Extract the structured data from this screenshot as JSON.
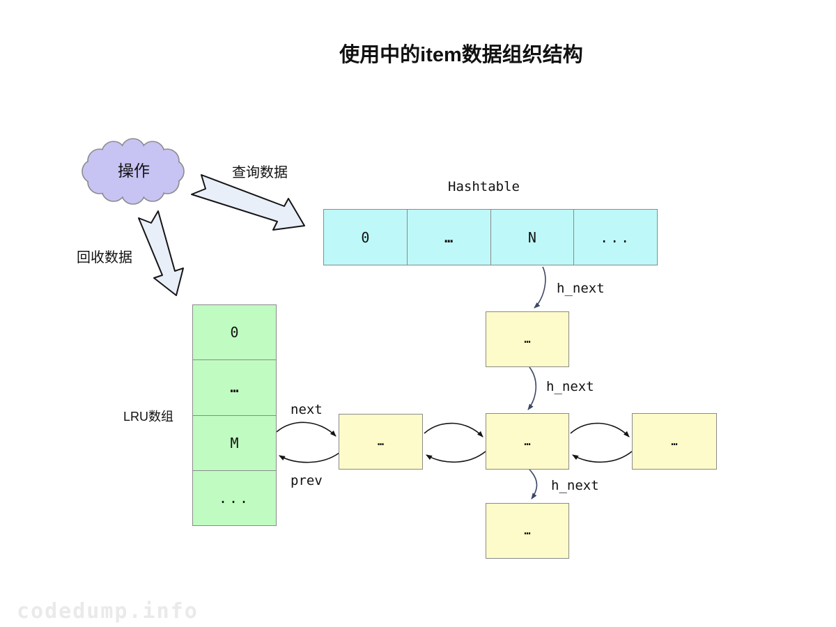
{
  "title": "使用中的item数据组织结构",
  "cloud": {
    "label": "操作"
  },
  "flows": {
    "query_label": "查询数据",
    "recycle_label": "回收数据"
  },
  "hashtable": {
    "label": "Hashtable",
    "cells": [
      "0",
      "…",
      "N",
      "..."
    ]
  },
  "lru": {
    "label": "LRU数组",
    "cells": [
      "0",
      "…",
      "M",
      "..."
    ]
  },
  "chain": {
    "items": [
      "…",
      "…",
      "…",
      "…",
      "…"
    ]
  },
  "edges": {
    "h_next": "h_next",
    "next": "next",
    "prev": "prev"
  },
  "watermark": "codedump.info",
  "colors": {
    "cyan": "#bff8f8",
    "green": "#c0fbc1",
    "yellow": "#fdfbc9",
    "cloud": "#c7c3f3",
    "flow": "#e9eff9",
    "border": "#8a8a8a",
    "arrow": "#141414",
    "hnext_arrow": "#3b4763",
    "text": "#111111",
    "watermark": "#eaeaea"
  }
}
